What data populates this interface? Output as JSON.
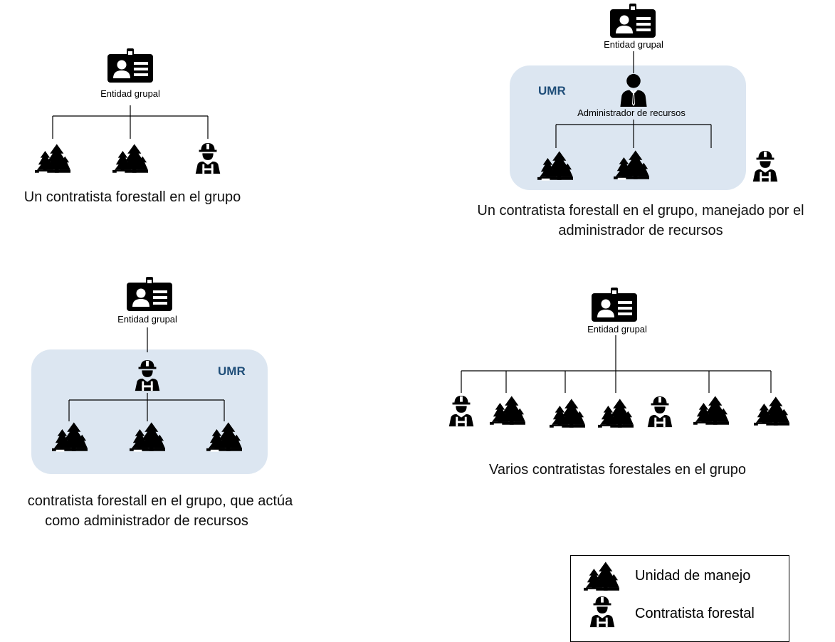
{
  "diagram1": {
    "entity_label": "Entidad grupal",
    "caption": "Un contratista forestall en el grupo"
  },
  "diagram2": {
    "entity_label": "Entidad grupal",
    "umr_label": "UMR",
    "admin_label": "Administrador de recursos",
    "caption_line1": "Un contratista forestall en el grupo, manejado por el",
    "caption_line2": "administrador de recursos"
  },
  "diagram3": {
    "entity_label": "Entidad grupal",
    "umr_label": "UMR",
    "caption_line1": "contratista forestall en el grupo, que actúa",
    "caption_line2": "como administrador de recursos"
  },
  "diagram4": {
    "entity_label": "Entidad grupal",
    "caption": "Varios contratistas forestales en el grupo"
  },
  "legend": {
    "items": [
      {
        "icon": "forest-icon",
        "label": "Unidad de manejo"
      },
      {
        "icon": "contractor-icon",
        "label": "Contratista forestal"
      }
    ]
  },
  "colors": {
    "umr_box": "#dce6f1",
    "umr_text": "#1f4e79"
  }
}
